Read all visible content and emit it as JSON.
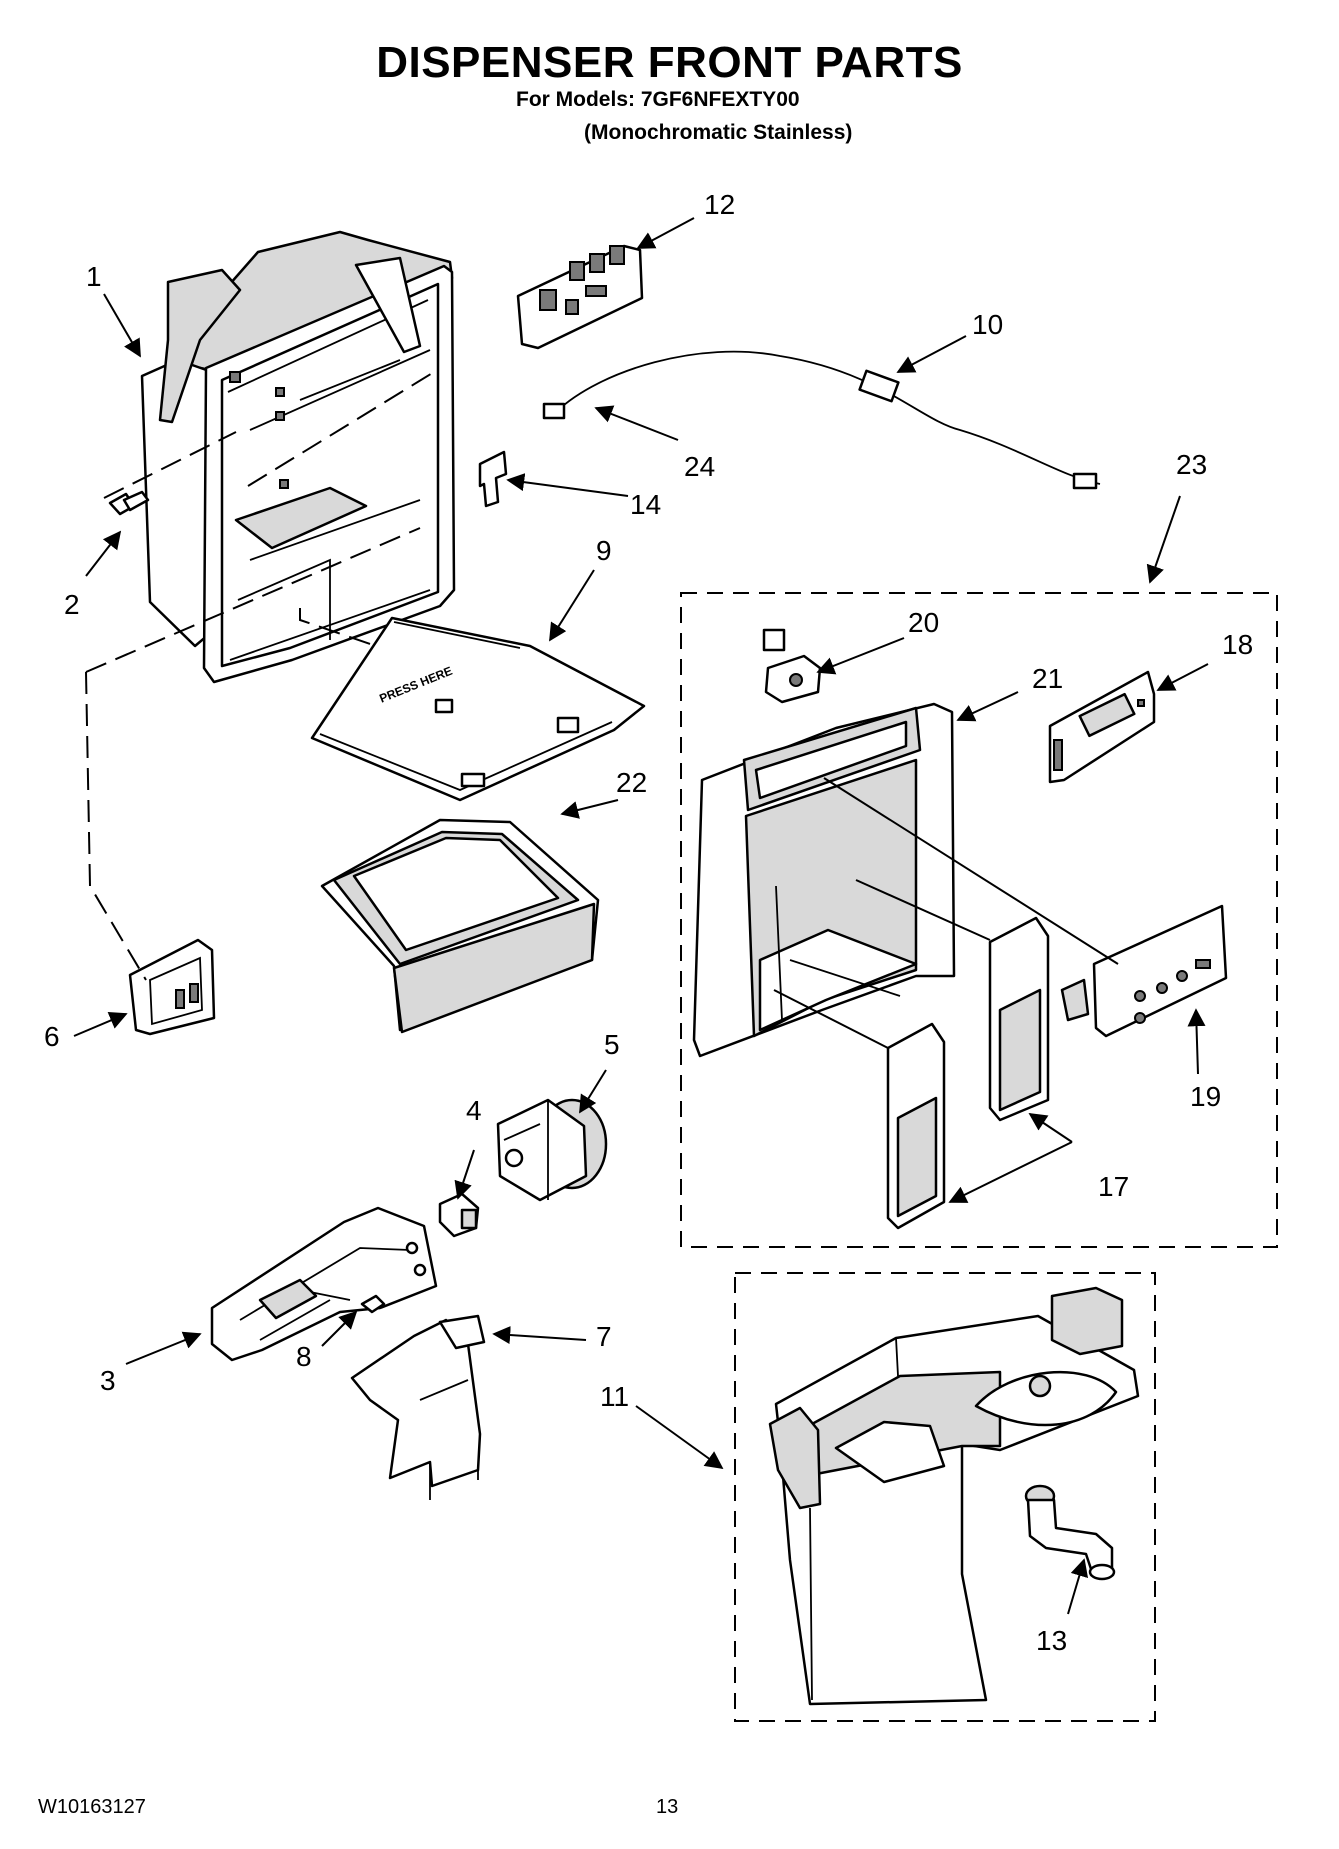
{
  "header": {
    "title": "DISPENSER FRONT PARTS",
    "models_line": "For Models: 7GF6NFEXTY00",
    "variant_line": "(Monochromatic Stainless)"
  },
  "callouts": {
    "c1": "1",
    "c2": "2",
    "c3": "3",
    "c4": "4",
    "c5": "5",
    "c6": "6",
    "c7": "7",
    "c8": "8",
    "c9": "9",
    "c10": "10",
    "c11": "11",
    "c12": "12",
    "c13": "13",
    "c14": "14",
    "c17": "17",
    "c18": "18",
    "c19": "19",
    "c20": "20",
    "c21": "21",
    "c22": "22",
    "c23": "23",
    "c24": "24"
  },
  "footer": {
    "document_number": "W10163127",
    "page_number": "13"
  }
}
